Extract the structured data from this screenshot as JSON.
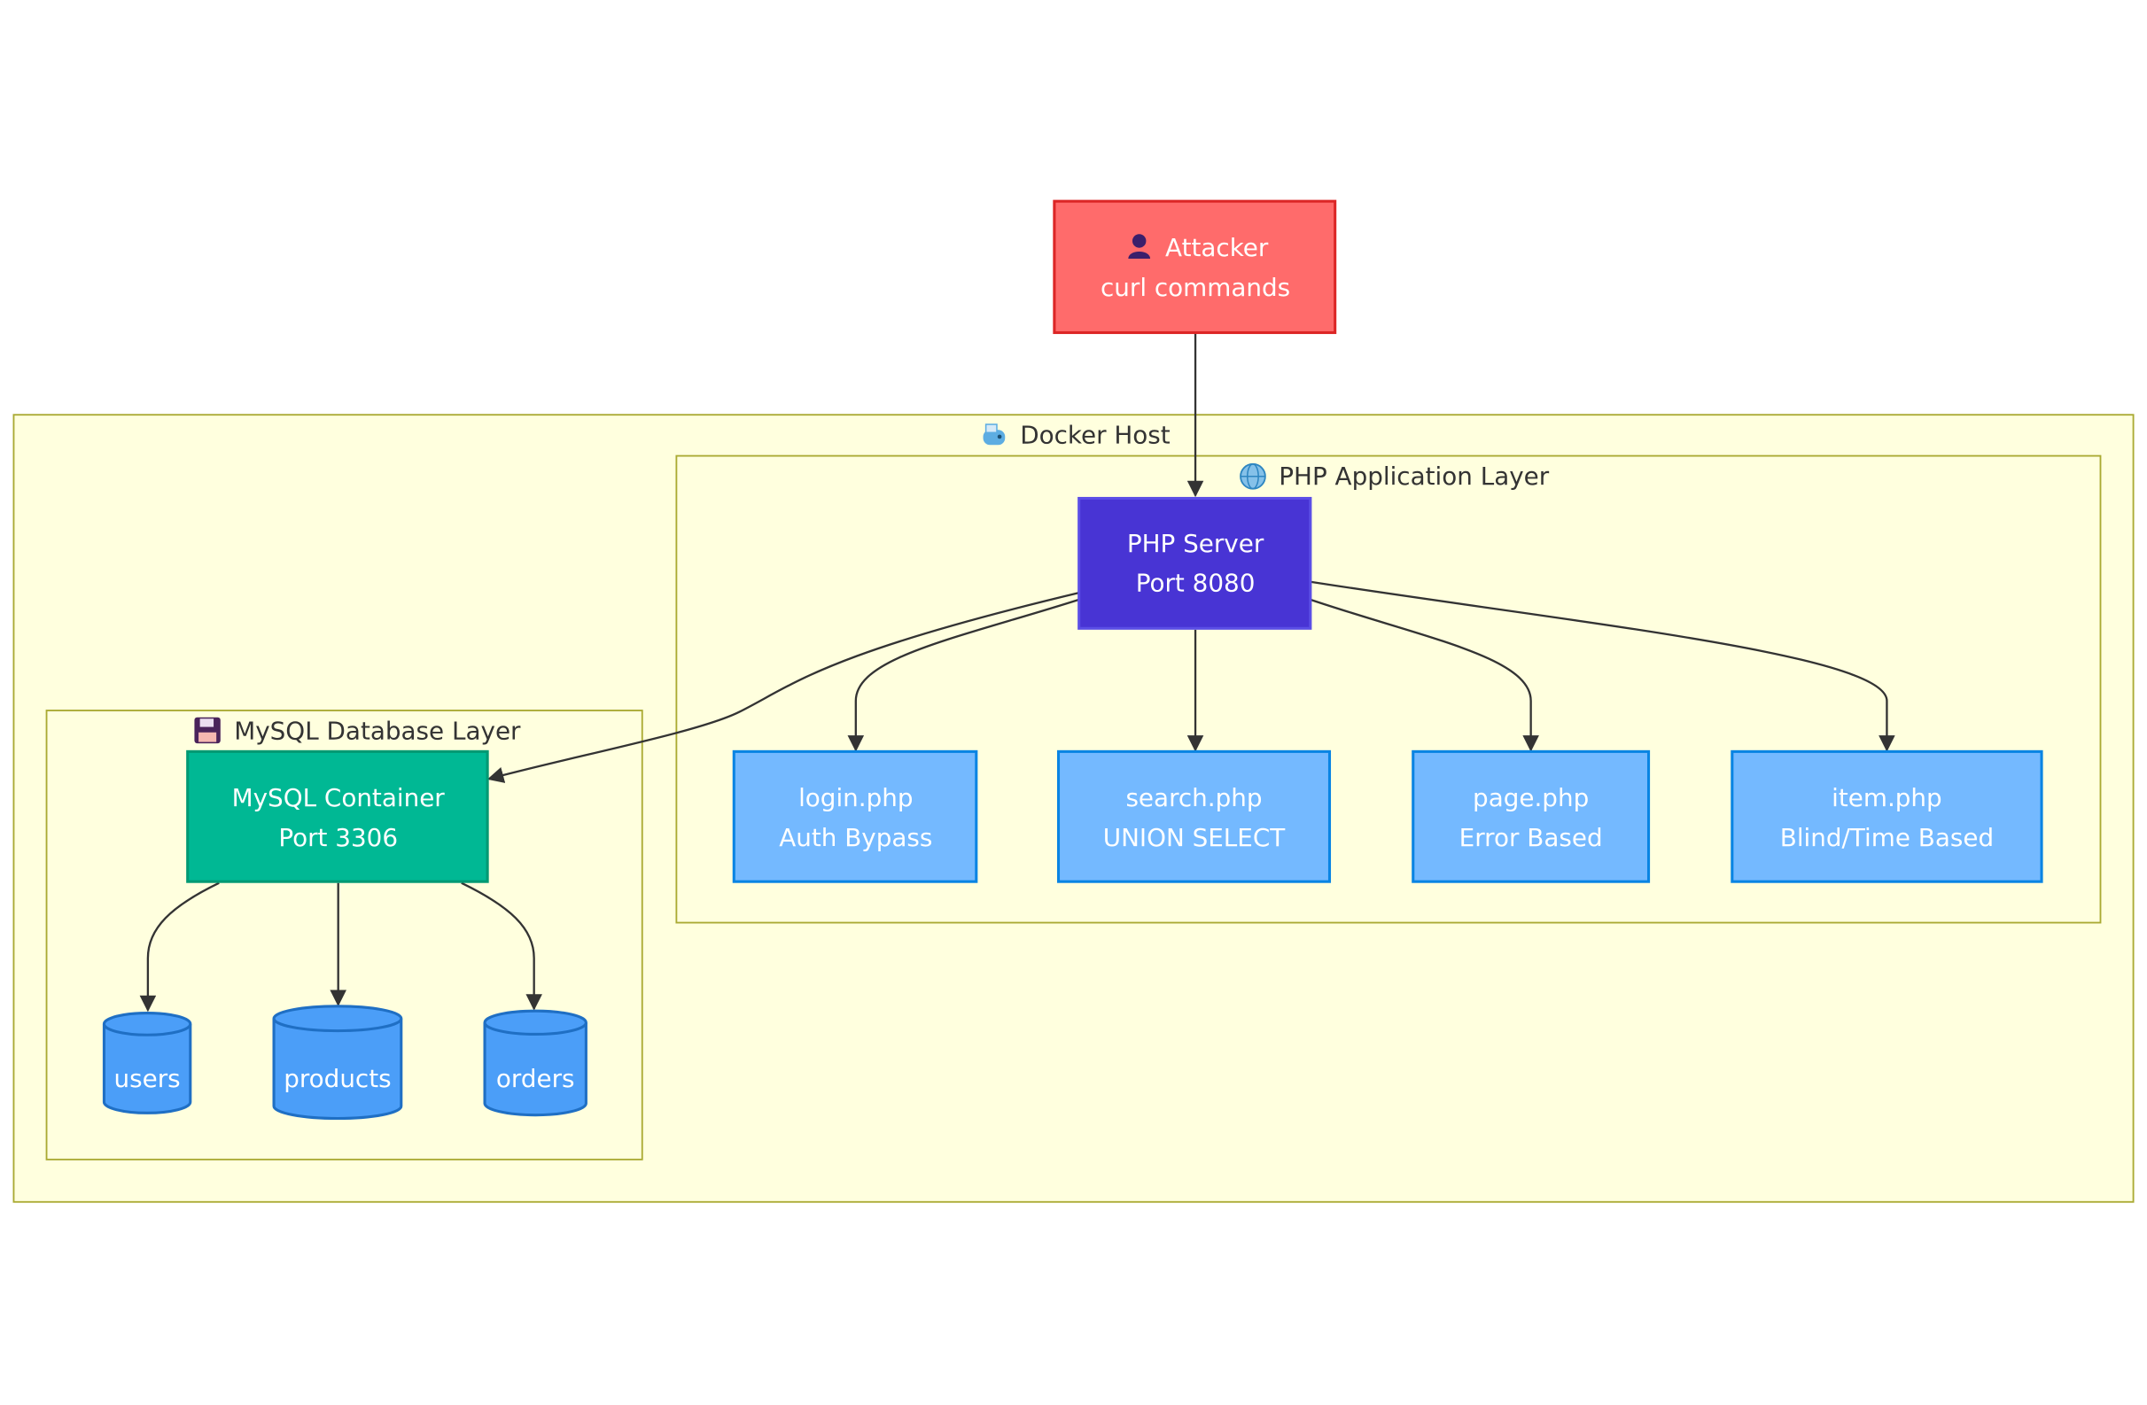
{
  "attacker": {
    "icon": "person-icon",
    "title": "Attacker",
    "subtitle": "curl commands"
  },
  "groups": {
    "docker_host": {
      "icon": "whale-icon",
      "label": "Docker Host"
    },
    "php_layer": {
      "icon": "globe-icon",
      "label": "PHP Application Layer"
    },
    "mysql_layer": {
      "icon": "floppy-disk-icon",
      "label": "MySQL Database Layer"
    }
  },
  "php_server": {
    "title": "PHP Server",
    "subtitle": "Port 8080"
  },
  "mysql_container": {
    "title": "MySQL Container",
    "subtitle": "Port 3306"
  },
  "endpoints": [
    {
      "title": "login.php",
      "subtitle": "Auth Bypass"
    },
    {
      "title": "search.php",
      "subtitle": "UNION SELECT"
    },
    {
      "title": "page.php",
      "subtitle": "Error Based"
    },
    {
      "title": "item.php",
      "subtitle": "Blind/Time Based"
    }
  ],
  "tables": [
    {
      "label": "users"
    },
    {
      "label": "products"
    },
    {
      "label": "orders"
    }
  ],
  "colors": {
    "attacker_fill": "#ff6b6b",
    "attacker_stroke": "#dc2626",
    "php_server_fill": "#4834d4",
    "mysql_fill": "#00b894",
    "endpoint_fill": "#74b9ff",
    "endpoint_stroke": "#0984e3",
    "table_fill": "#4b9ef8",
    "group_fill": "#ffffde",
    "group_stroke": "#aaaa33",
    "edge": "#333333"
  }
}
